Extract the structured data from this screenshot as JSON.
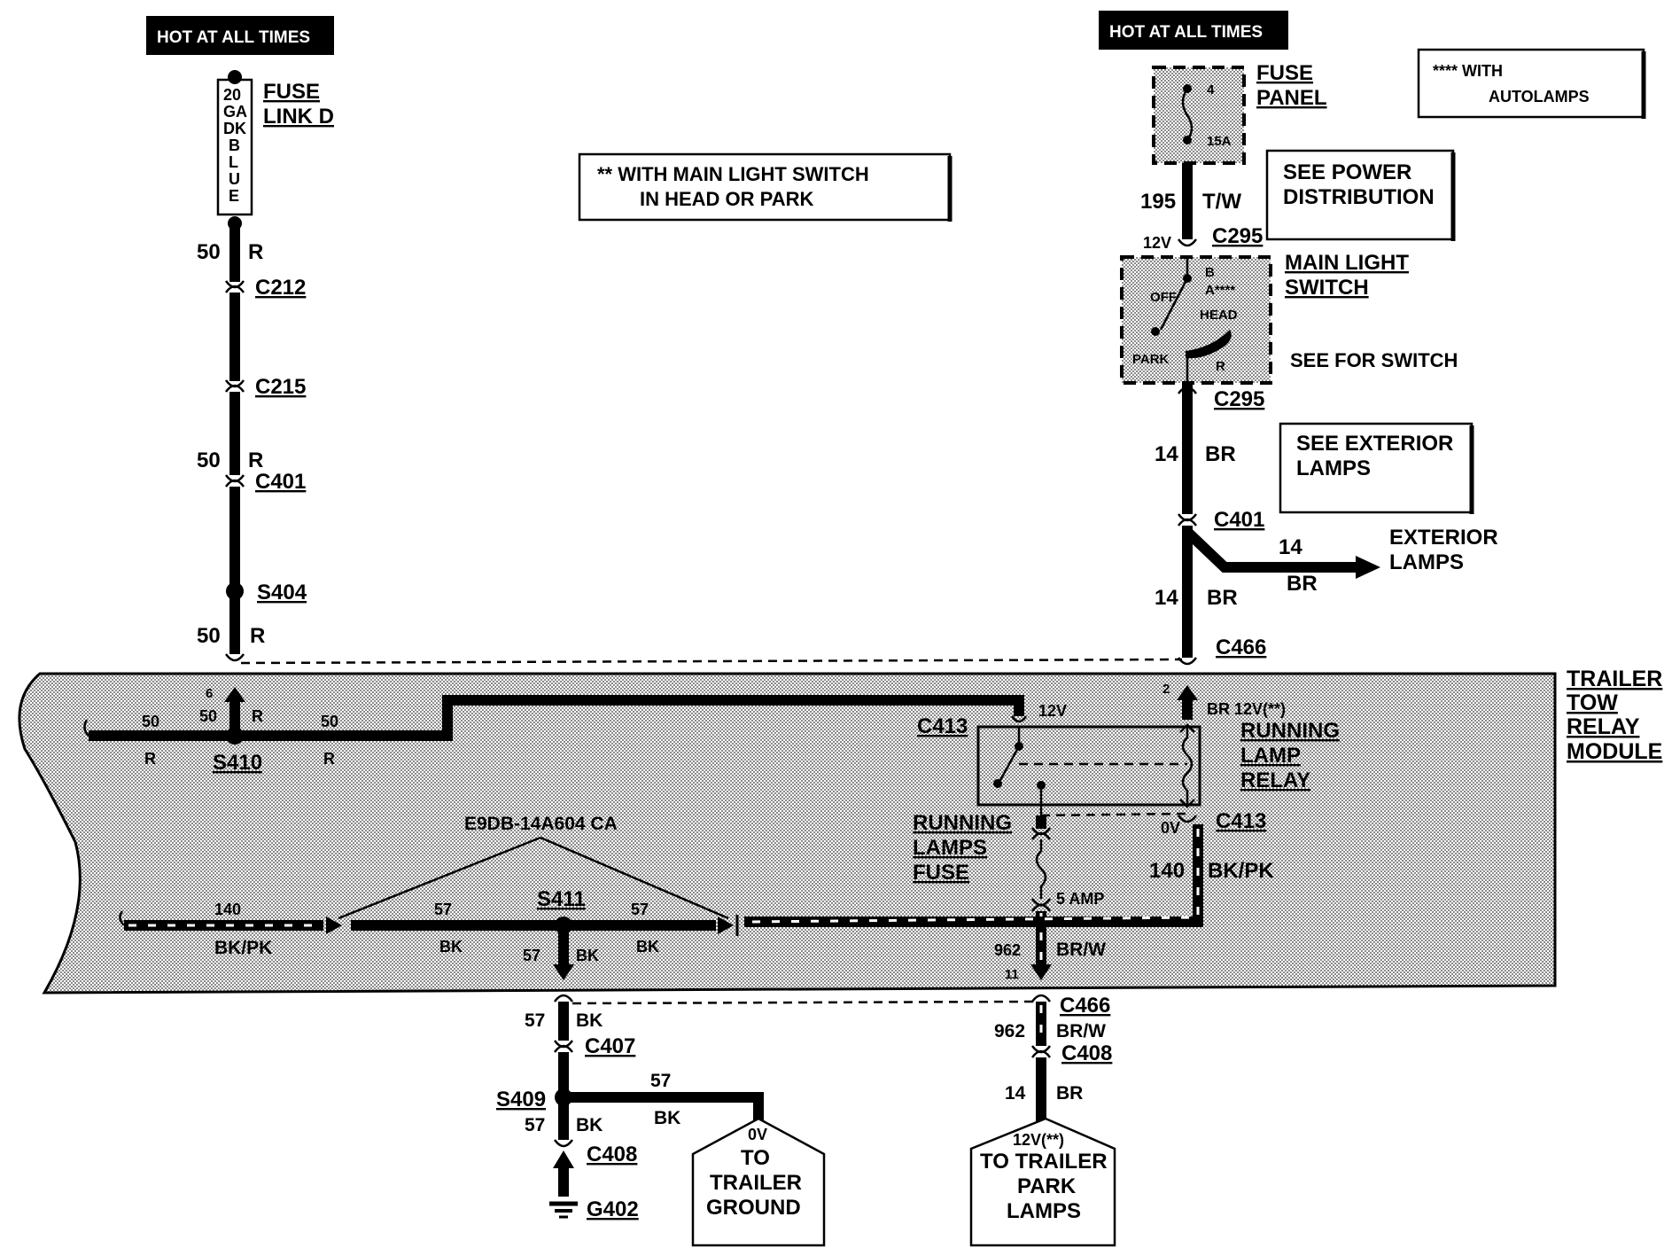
{
  "left_circuit": {
    "hot_label": "HOT AT ALL TIMES",
    "fuse_gauge": [
      "20",
      "GA",
      "DK",
      "B",
      "L",
      "U",
      "E"
    ],
    "fuse_name_1": "FUSE",
    "fuse_name_2": "LINK D",
    "w1_num": "50",
    "w1_col": "R",
    "c212": "C212",
    "c215": "C215",
    "w2_num": "50",
    "w2_col": "R",
    "c401": "C401",
    "s404": "S404",
    "w3_num": "50",
    "w3_col": "R"
  },
  "right_circuit": {
    "hot_label": "HOT AT ALL TIMES",
    "fuse_pin_top": "4",
    "fuse_amp": "15A",
    "fuse_name_1": "FUSE",
    "fuse_name_2": "PANEL",
    "w1_num": "195",
    "w1_col": "T/W",
    "volt_12v": "12V",
    "c295_top": "C295",
    "switch_b": "B",
    "switch_a": "A****",
    "switch_off": "OFF",
    "switch_head": "HEAD",
    "switch_park": "PARK",
    "switch_r": "R",
    "switch_name_1": "MAIN LIGHT",
    "switch_name_2": "SWITCH",
    "see_switch": "SEE   FOR SWITCH",
    "c295_bot": "C295",
    "w2_num": "14",
    "w2_col": "BR",
    "c401": "C401",
    "branch_num": "14",
    "branch_col": "BR",
    "exterior_1": "EXTERIOR",
    "exterior_2": "LAMPS",
    "w3_num": "14",
    "w3_col": "BR",
    "c466": "C466"
  },
  "notes": {
    "autolamps_1": "**** WITH",
    "autolamps_2": "AUTOLAMPS",
    "main_switch_1": "**    WITH MAIN LIGHT SWITCH",
    "main_switch_2": "IN HEAD OR PARK",
    "power_dist_1": "SEE POWER",
    "power_dist_2": "DISTRIBUTION",
    "ext_lamps_1": "SEE EXTERIOR",
    "ext_lamps_2": "LAMPS"
  },
  "module": {
    "name_1": "TRAILER",
    "name_2": "TOW",
    "name_3": "RELAY",
    "name_4": "MODULE",
    "pin_6": "6",
    "w_50a": "50",
    "w_50a_col": "R",
    "w_50b": "50",
    "w_50b_col": "R",
    "w_50c": "50",
    "w_50c_col": "R",
    "s410": "S410",
    "c413_left": "C413",
    "volt_12v": "12V",
    "pin_2": "2",
    "br_12v": "BR  12V(**)",
    "relay_1": "RUNNING",
    "relay_2": "LAMP",
    "relay_3": "RELAY",
    "fuse_1": "RUNNING",
    "fuse_2": "LAMPS",
    "fuse_3": "FUSE",
    "volt_0v": "0V",
    "c413_right": "C413",
    "w140_num": "140",
    "w140_col": "BK/PK",
    "fuse_amp": "5 AMP",
    "part_no": "E9DB-14A604 CA",
    "w140b_num": "140",
    "w140b_col": "BK/PK",
    "w57a_num": "57",
    "w57a_col": "BK",
    "s411": "S411",
    "w57b_num": "57",
    "w57b_col": "BK",
    "w57c_num": "57",
    "w57c_col": "BK",
    "w962_num": "962",
    "w962_col": "BR/W",
    "pin_11": "11"
  },
  "lower_left": {
    "w1_num": "57",
    "w1_col": "BK",
    "c407": "C407",
    "s409": "S409",
    "w2_num": "57",
    "w2_col": "BK",
    "branch_num": "57",
    "branch_col": "BK",
    "c408": "C408",
    "g402": "G402",
    "box_volt": "0V",
    "box_1": "TO",
    "box_2": "TRAILER",
    "box_3": "GROUND"
  },
  "lower_right": {
    "c466": "C466",
    "w1_num": "962",
    "w1_col": "BR/W",
    "c408": "C408",
    "w2_num": "14",
    "w2_col": "BR",
    "box_volt": "12V(**)",
    "box_1": "TO TRAILER",
    "box_2": "PARK",
    "box_3": "LAMPS"
  }
}
